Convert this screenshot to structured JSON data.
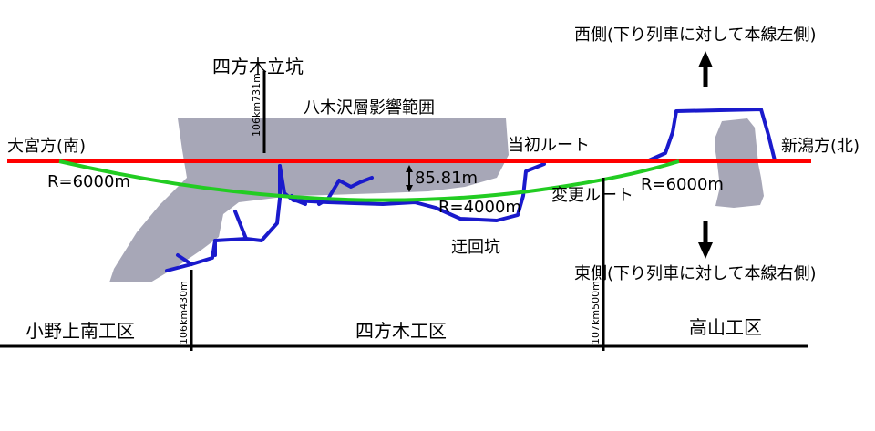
{
  "labels": {
    "west_note": "西側(下り列車に対して本線左側)",
    "east_note": "東側(下り列車に対して本線右側)",
    "shaft": "四方木立坑",
    "shaft_km": "106km731m",
    "influence_zone": "八木沢層影響範囲",
    "omiya": "大宮方(南)",
    "niigata": "新潟方(北)",
    "original_route": "当初ルート",
    "changed_route": "変更ルート",
    "r_left": "R=6000m",
    "r_right": "R=6000m",
    "r_mid": "R=4000m",
    "offset": "85.81m",
    "detour": "迂回坑",
    "km_430": "106km430m",
    "km_500": "107km500m",
    "section_onoue": "小野上南工区",
    "section_yomogi": "四方木工区",
    "section_takayama": "高山工区"
  },
  "colors": {
    "original_route": "#ff0000",
    "changed_route": "#22cc22",
    "tunnels": "#1a1acc",
    "influence_zone": "#a7a7b7"
  }
}
